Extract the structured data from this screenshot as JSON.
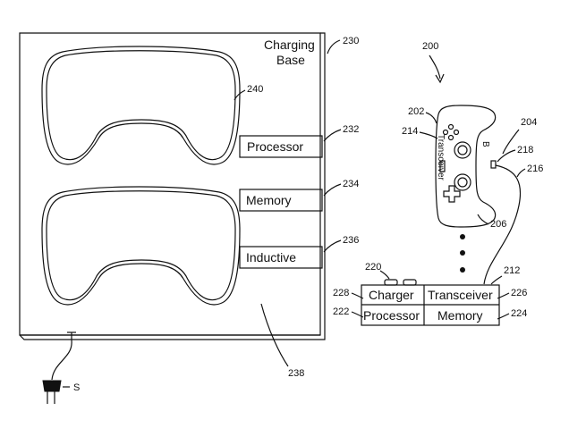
{
  "figure": {
    "number_200": "200",
    "charging_base": {
      "title_line1": "Charging",
      "title_line2": "Base",
      "ref": "230",
      "ref_controller_slot": "240",
      "ref_surface": "238",
      "ref_plug": "S",
      "modules": [
        {
          "label": "Processor",
          "ref": "232"
        },
        {
          "label": "Memory",
          "ref": "234"
        },
        {
          "label": "Inductive",
          "ref": "236"
        }
      ]
    },
    "controller": {
      "ref_body": "202",
      "ref_top": "204",
      "ref_transceiver": "214",
      "ref_port": "218",
      "ref_cable": "216",
      "ref_buttons": "206",
      "transceiver_text": "Transceiver",
      "button_letter": "B"
    },
    "dock": {
      "ref_dock": "212",
      "ref_buttons": "220",
      "cells": [
        {
          "label": "Charger",
          "ref": "228"
        },
        {
          "label": "Transceiver",
          "ref": "226"
        },
        {
          "label": "Processor",
          "ref": "222"
        },
        {
          "label": "Memory",
          "ref": "224"
        }
      ]
    }
  }
}
